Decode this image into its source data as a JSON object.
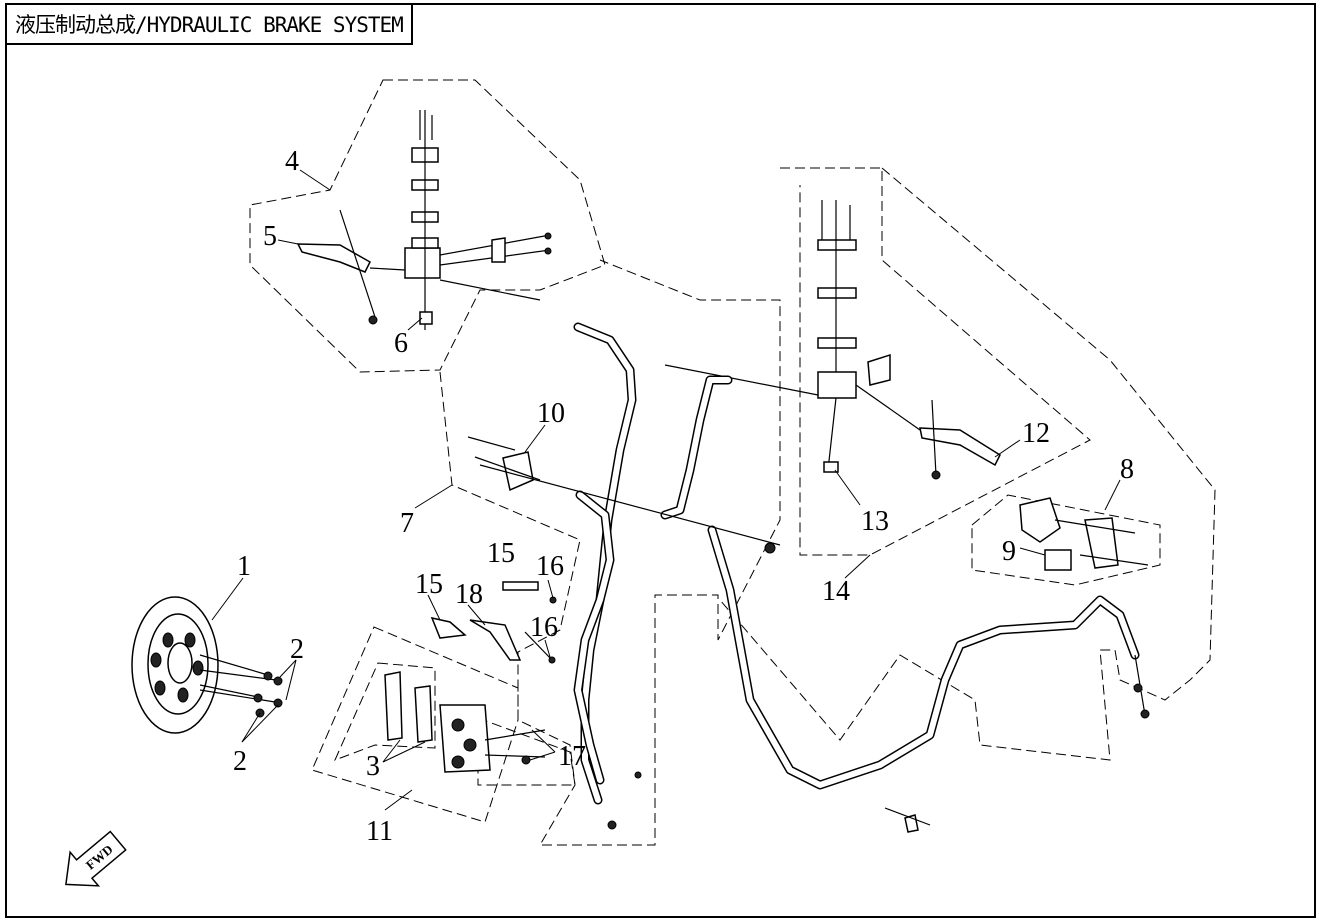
{
  "title": "液压制动总成/HYDRAULIC BRAKE SYSTEM",
  "fwd_label": "FWD",
  "callouts": {
    "c1": "1",
    "c2a": "2",
    "c2b": "2",
    "c3": "3",
    "c4": "4",
    "c5": "5",
    "c6": "6",
    "c7": "7",
    "c8": "8",
    "c9": "9",
    "c10": "10",
    "c11": "11",
    "c12": "12",
    "c13": "13",
    "c14": "14",
    "c15a": "15",
    "c15b": "15",
    "c16a": "16",
    "c16b": "16",
    "c17": "17",
    "c18": "18"
  }
}
